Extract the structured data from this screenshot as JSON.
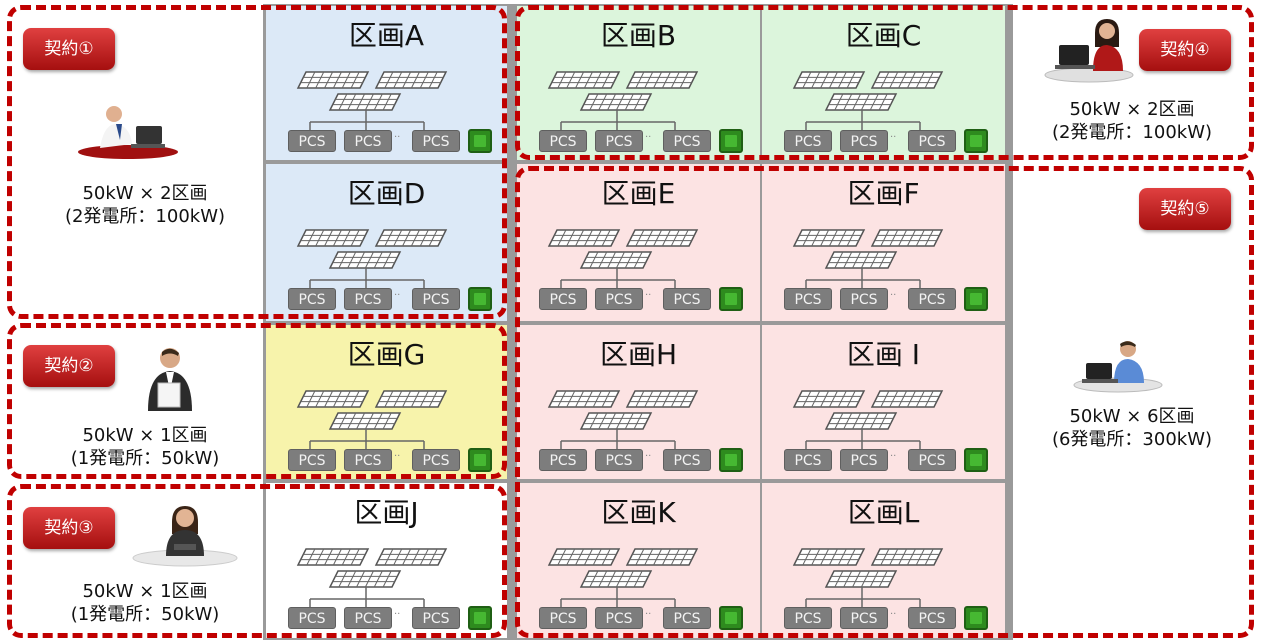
{
  "sections": [
    {
      "id": "A",
      "title": "区画A",
      "bg": "#dce9f7"
    },
    {
      "id": "B",
      "title": "区画B",
      "bg": "#dcf5dc"
    },
    {
      "id": "C",
      "title": "区画C",
      "bg": "#dcf5dc"
    },
    {
      "id": "D",
      "title": "区画D",
      "bg": "#dce9f7"
    },
    {
      "id": "E",
      "title": "区画E",
      "bg": "#fce3e3"
    },
    {
      "id": "F",
      "title": "区画F",
      "bg": "#fce3e3"
    },
    {
      "id": "G",
      "title": "区画G",
      "bg": "#f7f3ab"
    },
    {
      "id": "H",
      "title": "区画H",
      "bg": "#fce3e3"
    },
    {
      "id": "I",
      "title": "区画 I",
      "bg": "#fce3e3"
    },
    {
      "id": "J",
      "title": "区画J",
      "bg": "#ffffff"
    },
    {
      "id": "K",
      "title": "区画K",
      "bg": "#fce3e3"
    },
    {
      "id": "L",
      "title": "区画L",
      "bg": "#fce3e3"
    }
  ],
  "pcs_label": "PCS",
  "contracts": [
    {
      "label": "契約①",
      "capacity_line1": "50kW × 2区画",
      "capacity_line2": "(2発電所：100kW)",
      "person_icon": "man-at-laptop-icon"
    },
    {
      "label": "契約②",
      "capacity_line1": "50kW × 1区画",
      "capacity_line2": "(1発電所：50kW)",
      "person_icon": "man-reading-document-icon"
    },
    {
      "label": "契約③",
      "capacity_line1": "50kW × 1区画",
      "capacity_line2": "(1発電所：50kW)",
      "person_icon": "woman-with-tablet-icon"
    },
    {
      "label": "契約④",
      "capacity_line1": "50kW × 2区画",
      "capacity_line2": "(2発電所：100kW)",
      "person_icon": "woman-at-laptop-icon"
    },
    {
      "label": "契約⑤",
      "capacity_line1": "50kW × 6区画",
      "capacity_line2": "(6発電所：300kW)",
      "person_icon": "man-at-desk-icon"
    }
  ],
  "colors": {
    "contract_border": "#c00000",
    "badge": "#c62828",
    "grid_divider": "#9a9a9a",
    "pcs_box": "#7d7d7d",
    "meter": "#2e8b1e"
  }
}
